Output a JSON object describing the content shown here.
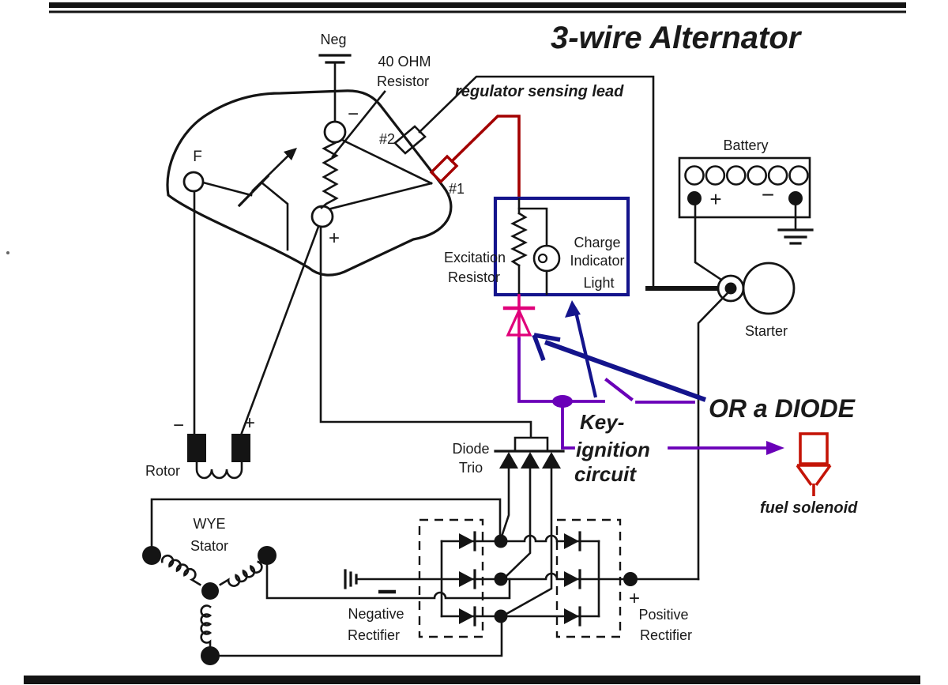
{
  "title": "3-wire Alternator",
  "colors": {
    "title_purple": "#5a01c9",
    "sensing_maroon": "#6b1012",
    "red_wire": "#a30000",
    "navy": "#14148c",
    "or_diode_blue": "#0a12b9",
    "purple_wire": "#6a00b8",
    "key_purple": "#5c0d9e",
    "magenta_diode": "#e0007a",
    "fuel_red": "#b01005",
    "wire_black": "#141414"
  },
  "regulator": {
    "f_terminal": "F",
    "minus_terminal": "−",
    "plus_terminal": "+",
    "neg_ground": "Neg",
    "resistor_label_1": "40 OHM",
    "resistor_label_2": "Resistor",
    "terminal_2": "#2",
    "terminal_1": "#1",
    "sensing_lead": "regulator sensing lead"
  },
  "battery": {
    "label": "Battery",
    "plus": "+",
    "minus": "−"
  },
  "starter": {
    "label": "Starter"
  },
  "excitation": {
    "resistor_1": "Excitation",
    "resistor_2": "Resistor",
    "lamp_1": "Charge",
    "lamp_2": "Indicator",
    "lamp_3": "Light"
  },
  "annotations": {
    "or_a_diode": "OR  a  DIODE",
    "key_1": "Key-",
    "key_2": "ignition",
    "key_3": "circuit",
    "fuel_solenoid": "fuel solenoid"
  },
  "diode_trio": {
    "label_1": "Diode",
    "label_2": "Trio"
  },
  "rotor": {
    "label": "Rotor",
    "minus": "−",
    "plus": "+"
  },
  "stator": {
    "label_1": "WYE",
    "label_2": "Stator"
  },
  "rectifier": {
    "negative_1": "Negative",
    "negative_2": "Rectifier",
    "positive_1": "Positive",
    "positive_2": "Rectifier",
    "output_plus": "+"
  }
}
